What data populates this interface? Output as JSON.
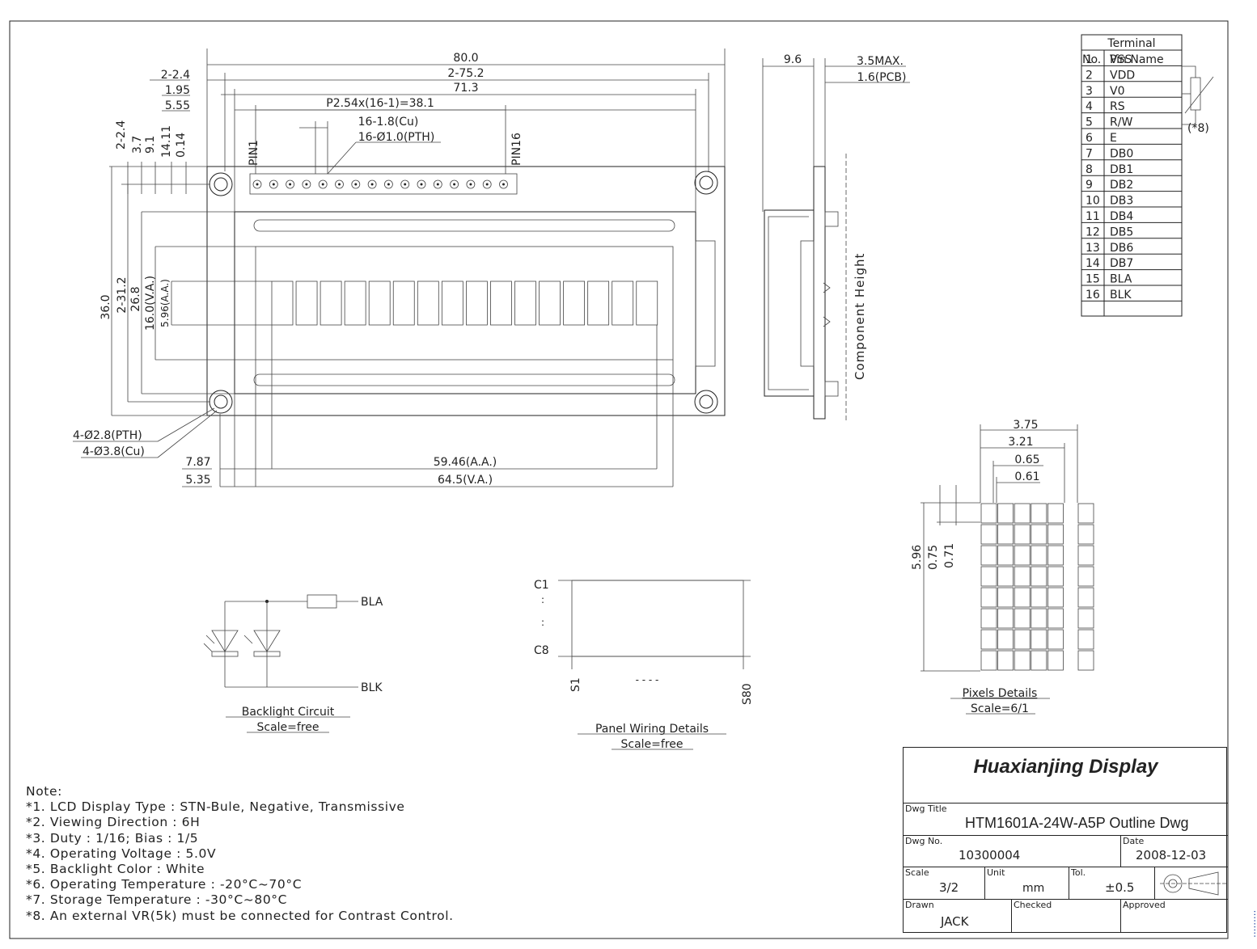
{
  "top_view": {
    "dims_h": [
      "80.0",
      "2-75.2",
      "71.3",
      "P2.54x(16-1)=38.1",
      "16-1.8(Cu)",
      "16-Ø1.0(PTH)"
    ],
    "dims_h_left": [
      "2-2.4",
      "1.95",
      "5.55"
    ],
    "dims_v": [
      "2-2.4",
      "3.7",
      "9.1",
      "14.11",
      "0.14"
    ],
    "dims_v_left": [
      "36.0",
      "2-31.2",
      "26.8",
      "16.0(V.A.)",
      "5.96(A.A.)"
    ],
    "pin1": "PIN1",
    "pin16": "PIN16",
    "holes": [
      "4-Ø2.8(PTH)",
      "4-Ø3.8(Cu)"
    ],
    "bottom_dims_left": [
      "7.87",
      "5.35"
    ],
    "bottom_dims": [
      "59.46(A.A.)",
      "64.5(V.A.)"
    ]
  },
  "side_view": {
    "dims": [
      "9.6",
      "3.5MAX.",
      "1.6(PCB)"
    ],
    "component_height": "Component Height"
  },
  "terminal": {
    "title": "Terminal",
    "col_no": "No.",
    "col_name": "Pin Name",
    "note": "(*8)",
    "pins": [
      {
        "no": "1",
        "name": "VSS"
      },
      {
        "no": "2",
        "name": "VDD"
      },
      {
        "no": "3",
        "name": "V0"
      },
      {
        "no": "4",
        "name": "RS"
      },
      {
        "no": "5",
        "name": "R/W"
      },
      {
        "no": "6",
        "name": "E"
      },
      {
        "no": "7",
        "name": "DB0"
      },
      {
        "no": "8",
        "name": "DB1"
      },
      {
        "no": "9",
        "name": "DB2"
      },
      {
        "no": "10",
        "name": "DB3"
      },
      {
        "no": "11",
        "name": "DB4"
      },
      {
        "no": "12",
        "name": "DB5"
      },
      {
        "no": "13",
        "name": "DB6"
      },
      {
        "no": "14",
        "name": "DB7"
      },
      {
        "no": "15",
        "name": "BLA"
      },
      {
        "no": "16",
        "name": "BLK"
      }
    ]
  },
  "pixels": {
    "dims_h": [
      "3.75",
      "3.21",
      "0.65",
      "0.61"
    ],
    "dims_v": [
      "5.96",
      "0.75",
      "0.71"
    ],
    "caption": "Pixels Details",
    "scale": "Scale=6/1"
  },
  "backlight": {
    "bla": "BLA",
    "blk": "BLK",
    "caption": "Backlight Circuit",
    "scale": "Scale=free"
  },
  "panel": {
    "c1": "C1",
    "c8": "C8",
    "s1": "S1",
    "s80": "S80",
    "dots": "- - - -",
    "caption": "Panel Wiring Details",
    "scale": "Scale=free"
  },
  "notes": {
    "title": "Note:",
    "lines": [
      "*1. LCD Display Type : STN-Bule, Negative, Transmissive",
      "*2. Viewing Direction : 6H",
      "*3. Duty : 1/16; Bias : 1/5",
      "*4. Operating Voltage : 5.0V",
      "*5. Backlight Color : White",
      "*6. Operating Temperature : -20°C~70°C",
      "*7. Storage Temperature : -30°C~80°C",
      "*8. An external VR(5k) must be connected for Contrast Control."
    ]
  },
  "title_block": {
    "company": "Huaxianjing Display",
    "dwg_title_label": "Dwg Title",
    "dwg_title": "HTM1601A-24W-A5P Outline Dwg",
    "dwg_no_label": "Dwg No.",
    "dwg_no": "10300004",
    "date_label": "Date",
    "date": "2008-12-03",
    "scale_label": "Scale",
    "scale": "3/2",
    "unit_label": "Unit",
    "unit": "mm",
    "tol_label": "Tol.",
    "tol": "±0.5",
    "drawn_label": "Drawn",
    "drawn": "JACK",
    "checked_label": "Checked",
    "approved_label": "Approved"
  }
}
